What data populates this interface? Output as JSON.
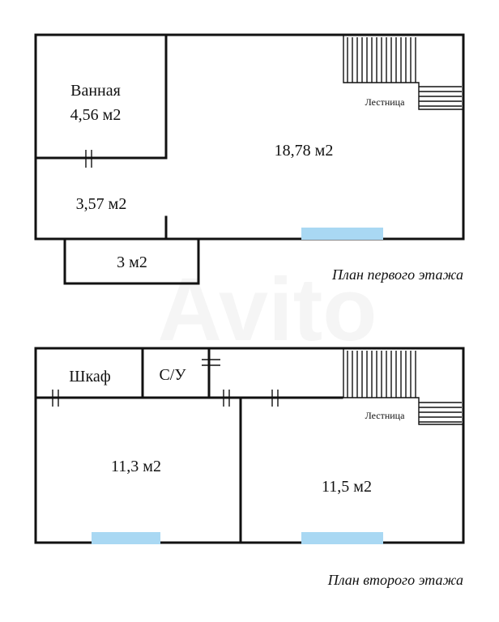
{
  "colors": {
    "wall": "#111111",
    "window": "#a9d8f3",
    "background": "#ffffff"
  },
  "floor1": {
    "bathroom_name": "Ванная",
    "bathroom_area": "4,56 м2",
    "hall_area": "3,57 м2",
    "main_area": "18,78 м2",
    "porch_area": "3 м2",
    "stairs_label": "Лестница",
    "caption": "План первого этажа"
  },
  "floor2": {
    "closet_label": "Шкаф",
    "wc_label": "С/У",
    "room_left_area": "11,3 м2",
    "room_right_area": "11,5 м2",
    "stairs_label": "Лестница",
    "caption": "План второго этажа"
  },
  "watermark": "Avito"
}
